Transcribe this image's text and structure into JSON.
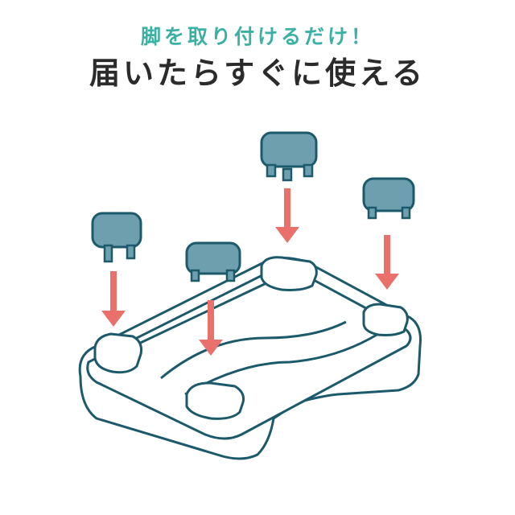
{
  "header": {
    "subtitle": "脚を取り付けるだけ！",
    "title": "届いたらすぐに使える"
  },
  "colors": {
    "subtitle": "#3bb0a4",
    "title": "#2b2b2b",
    "outline": "#1c5a6b",
    "foot_fill": "#6d9fae",
    "foot_dark": "#1c5a6b",
    "arrow": "#e9706b",
    "body_fill": "#ffffff"
  },
  "illustration": {
    "description": "Exploded view: four feet being attached to a base with arrows",
    "foot_count": 4,
    "arrow_count": 4
  }
}
